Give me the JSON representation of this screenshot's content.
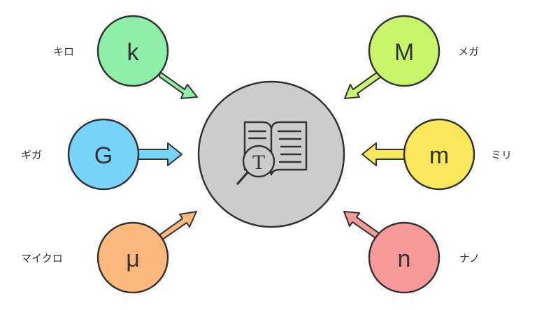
{
  "center": {
    "icon": "book-magnifier-icon",
    "fill": "#cccccc",
    "glyph": "T"
  },
  "prefixes": [
    {
      "id": "kilo",
      "symbol": "k",
      "label": "キロ",
      "color": "#8ef0a8"
    },
    {
      "id": "giga",
      "symbol": "G",
      "label": "ギガ",
      "color": "#77d3f8"
    },
    {
      "id": "micro",
      "symbol": "μ",
      "label": "マイクロ",
      "color": "#fdb97d"
    },
    {
      "id": "mega",
      "symbol": "M",
      "label": "メガ",
      "color": "#c8f56a"
    },
    {
      "id": "milli",
      "symbol": "m",
      "label": "ミリ",
      "color": "#f9e85a"
    },
    {
      "id": "nano",
      "symbol": "n",
      "label": "ナノ",
      "color": "#f99a9a"
    }
  ]
}
